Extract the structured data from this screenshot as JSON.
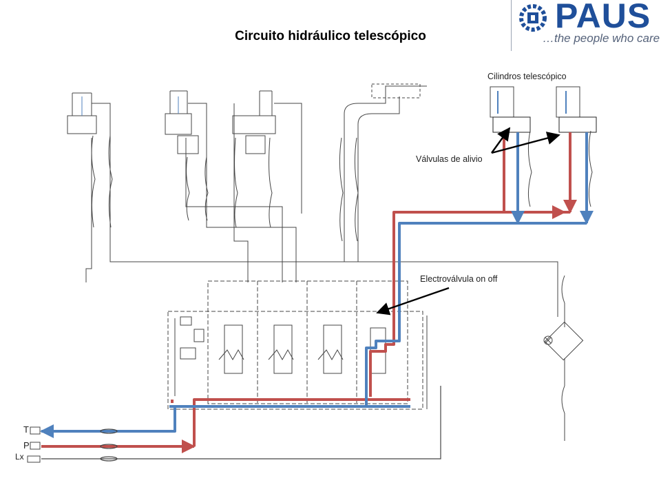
{
  "title": "Circuito hidráulico telescópico",
  "logo": {
    "brand": "PAUS",
    "tagline": "…the people who care"
  },
  "labels": {
    "cylinders": "Cilindros telescópico",
    "relief_valves": "Válvulas de alivio",
    "solenoid_valve": "Electroválvula on off"
  },
  "ports": {
    "tank": "T",
    "pressure": "P",
    "load_sensing": "Lx"
  },
  "colors": {
    "pressure_line": "#c0504d",
    "return_line": "#4f81bd",
    "schematic": "#444444",
    "arrow": "#000000",
    "brand": "#1f4f9a"
  }
}
